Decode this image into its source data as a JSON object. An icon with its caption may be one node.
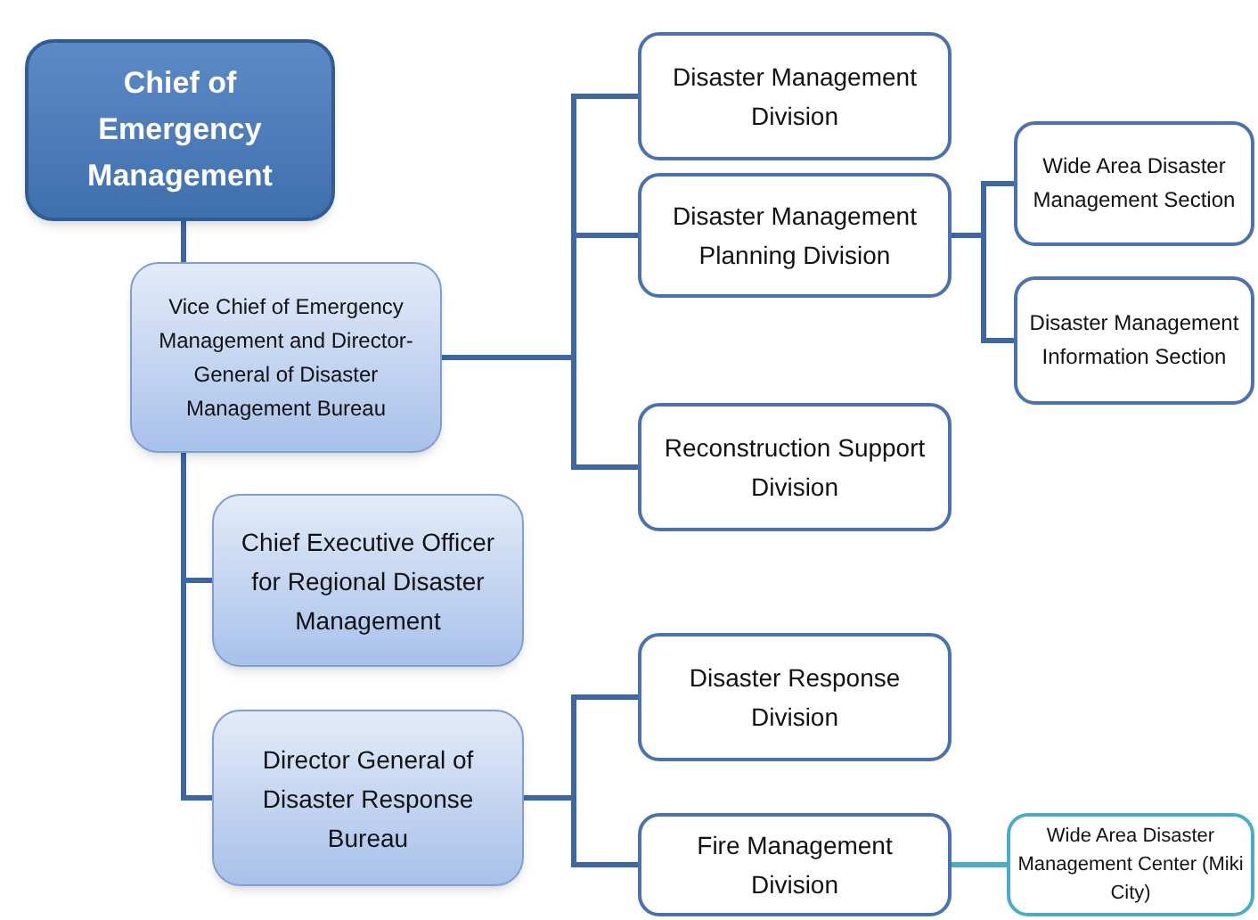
{
  "diagram": {
    "nodes": [
      {
        "text": [
          "Chief of Emergency Management"
        ]
      },
      {
        "text": [
          "Vice Chief of Emergency Management and Director-General of Disaster Management Bureau"
        ]
      },
      {
        "text": [
          "Disaster Management Division"
        ]
      },
      {
        "text": [
          "Disaster Management Planning Division"
        ]
      },
      {
        "text": [
          "Wide Area Disaster Management Section"
        ]
      },
      {
        "text": [
          "Disaster Management Information Section"
        ]
      },
      {
        "text": [
          "Reconstruction Support Division"
        ]
      },
      {
        "text": [
          "Chief Executive Officer for Regional Disaster Management"
        ]
      },
      {
        "text": [
          "Director General of Disaster Response Bureau"
        ]
      },
      {
        "text": [
          "Disaster Response Division"
        ]
      },
      {
        "text": [
          "Fire Management Division"
        ]
      },
      {
        "text": [
          "Wide Area Disaster Management Center (Miki City)"
        ]
      }
    ],
    "edges": [
      {
        "from": 0,
        "to": 1,
        "arrow": "none"
      },
      {
        "from": 1,
        "to": 2,
        "arrow": "none"
      },
      {
        "from": 1,
        "to": 3,
        "arrow": "none"
      },
      {
        "from": 1,
        "to": 6,
        "arrow": "none"
      },
      {
        "from": 3,
        "to": 4,
        "arrow": "none"
      },
      {
        "from": 3,
        "to": 5,
        "arrow": "none"
      },
      {
        "from": 1,
        "to": 7,
        "arrow": "none"
      },
      {
        "from": 1,
        "to": 8,
        "arrow": "none"
      },
      {
        "from": 8,
        "to": 9,
        "arrow": "none"
      },
      {
        "from": 8,
        "to": 10,
        "arrow": "none"
      },
      {
        "from": 10,
        "to": 11,
        "arrow": "none",
        "color": "#4bacc6"
      }
    ]
  }
}
